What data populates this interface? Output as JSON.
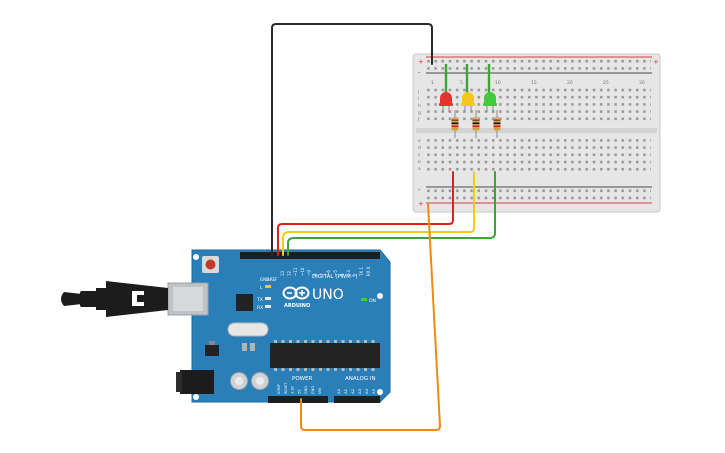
{
  "board": {
    "logo_text": "ARDUINO",
    "model": "UNO",
    "digital_label": "DIGITAL (PWM~)",
    "power_label": "POWER",
    "analog_label": "ANALOG IN",
    "on_label": "ON",
    "tx_label": "TX",
    "rx_label": "RX",
    "l_label": "L",
    "aref_label": "AREF",
    "gnd_label": "GND",
    "digital_pins": [
      "13",
      "12",
      "~11",
      "~10",
      "~9",
      "8",
      "7",
      "~6",
      "~5",
      "4",
      "~3",
      "2",
      "TX 1",
      "RX 0"
    ],
    "power_pins": [
      "IOREF",
      "RESET",
      "3.3V",
      "5V",
      "GND",
      "GND",
      "VIN"
    ],
    "analog_pins": [
      "A0",
      "A1",
      "A2",
      "A3",
      "A4",
      "A5"
    ],
    "color": "#2a7fb8"
  },
  "breadboard": {
    "col_numbers_top": [
      "1",
      "5",
      "10",
      "15",
      "20",
      "25",
      "30"
    ],
    "row_letters_top": [
      "j",
      "i",
      "h",
      "g",
      "f"
    ],
    "row_letters_bottom": [
      "e",
      "d",
      "c",
      "b",
      "a"
    ],
    "plus_label": "+",
    "minus_label": "-"
  },
  "leds": [
    {
      "name": "red",
      "color": "#e8322e"
    },
    {
      "name": "yellow",
      "color": "#f2c91b"
    },
    {
      "name": "green",
      "color": "#3fcb3c"
    }
  ],
  "wires": [
    {
      "name": "black-gnd",
      "color": "#2b2b2b"
    },
    {
      "name": "red-pin13",
      "color": "#d6241e"
    },
    {
      "name": "yellow-pin12",
      "color": "#f2cc1a"
    },
    {
      "name": "green-pin11",
      "color": "#3aa634"
    },
    {
      "name": "orange-5v",
      "color": "#ef8a12"
    }
  ]
}
